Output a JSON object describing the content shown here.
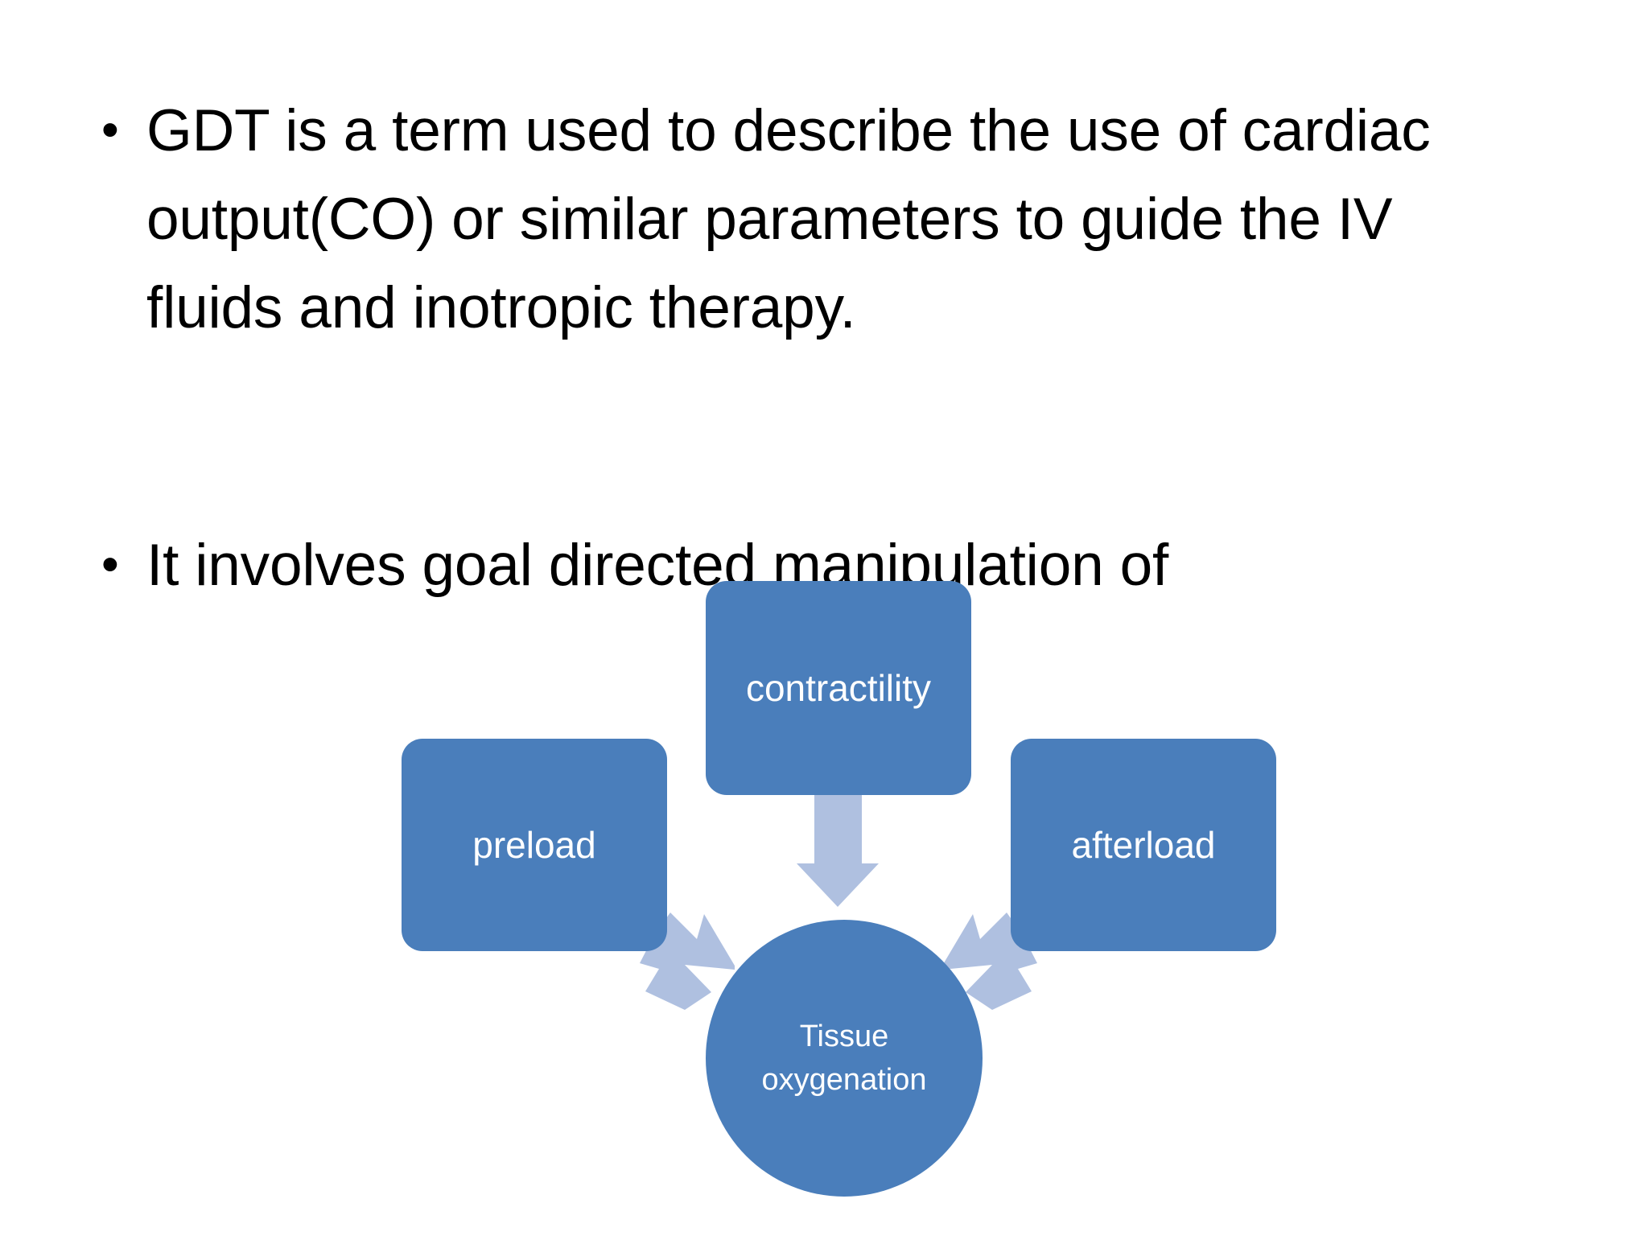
{
  "slide": {
    "background_color": "#FFFFFF",
    "bullets": [
      {
        "marker": "•",
        "text": "GDT is a term used to describe the use of cardiac output(CO) or similar parameters to guide the IV fluids and inotropic therapy."
      },
      {
        "marker": "•",
        "text": "It involves goal directed manipulation of"
      }
    ]
  },
  "diagram": {
    "accent_color": "#4A7EBB",
    "arrow_color": "#AFC0E0",
    "text_color": "#FFFFFF",
    "nodes": [
      {
        "id": "contractility",
        "label": "contractility",
        "shape": "rounded-rect"
      },
      {
        "id": "preload",
        "label": "preload",
        "shape": "rounded-rect"
      },
      {
        "id": "afterload",
        "label": "afterload",
        "shape": "rounded-rect"
      },
      {
        "id": "tissue-oxygenation",
        "label_line1": "Tissue",
        "label_line2": "oxygenation",
        "shape": "circle"
      }
    ],
    "connections": [
      {
        "from": "contractility",
        "to": "tissue-oxygenation",
        "direction": "down"
      },
      {
        "from": "preload",
        "to": "tissue-oxygenation",
        "direction": "down-right"
      },
      {
        "from": "afterload",
        "to": "tissue-oxygenation",
        "direction": "down-left"
      }
    ]
  }
}
